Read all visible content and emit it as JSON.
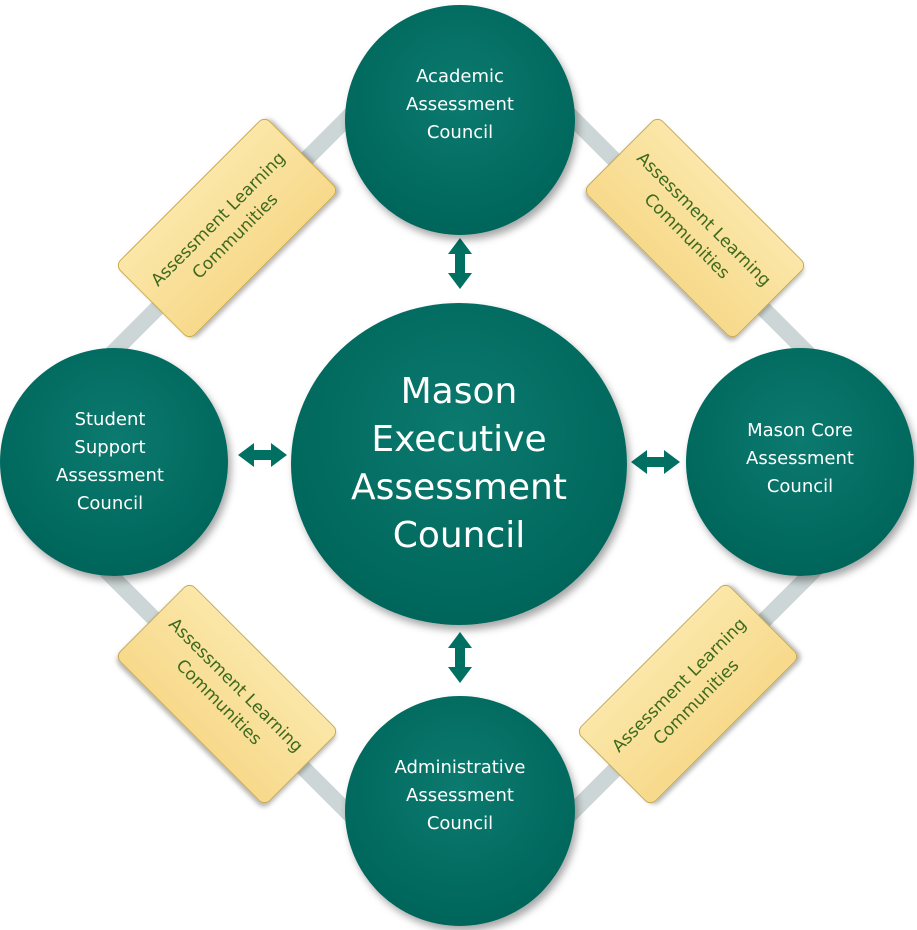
{
  "center": {
    "lines": [
      "Mason",
      "Executive",
      "Assessment",
      "Council"
    ]
  },
  "nodes": {
    "top": {
      "lines": [
        "Academic",
        "Assessment",
        "Council"
      ]
    },
    "right": {
      "lines": [
        "Mason Core",
        "Assessment",
        "Council"
      ]
    },
    "bottom": {
      "lines": [
        "Administrative",
        "Assessment",
        "Council"
      ]
    },
    "left": {
      "lines": [
        "Student",
        "Support",
        "Assessment",
        "Council"
      ]
    }
  },
  "connectors": {
    "top_left": {
      "lines": [
        "Assessment Learning",
        "Communities"
      ]
    },
    "top_right": {
      "lines": [
        "Assessment Learning",
        "Communities"
      ]
    },
    "bottom_left": {
      "lines": [
        "Assessment Learning",
        "Communities"
      ]
    },
    "bottom_right": {
      "lines": [
        "Assessment Learning",
        "Communities"
      ]
    }
  },
  "colors": {
    "circle": "#00675c",
    "arrow": "#007062",
    "ring": "#ccd6d6",
    "connector_fill": "#f9e09b",
    "connector_text": "#3d6a1e"
  }
}
